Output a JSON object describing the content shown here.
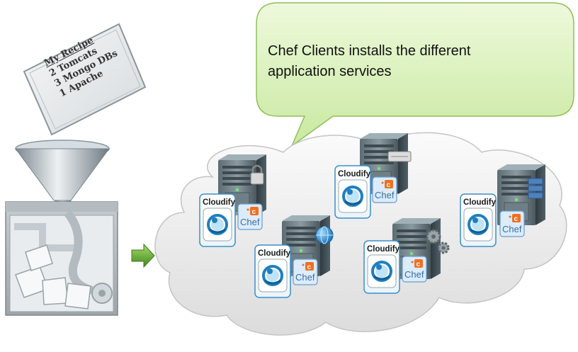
{
  "callout": {
    "line1": "Chef Clients installs the different",
    "line2": "application services"
  },
  "recipe": {
    "title": "My Recipe",
    "items": [
      "2 Tomcats",
      "3 Mongo DBs",
      "1 Apache"
    ]
  },
  "nodes": [
    {
      "cloudify": "Cloudify",
      "chef": "Chef",
      "server_icon": "lock-icon"
    },
    {
      "cloudify": "Cloudify",
      "chef": "Chef",
      "server_icon": "drive-icon"
    },
    {
      "cloudify": "Cloudify",
      "chef": "Chef",
      "server_icon": "globe-icon"
    },
    {
      "cloudify": "Cloudify",
      "chef": "Chef",
      "server_icon": "gears-icon"
    },
    {
      "cloudify": "Cloudify",
      "chef": "Chef",
      "server_icon": "database-icon"
    }
  ],
  "colors": {
    "callout_fill": "#d8f0b8",
    "callout_border": "#8fbf5a",
    "arrow": "#5a9a2a",
    "chef_accent": "#f07020",
    "cloudify_blue": "#1f7fbf"
  }
}
